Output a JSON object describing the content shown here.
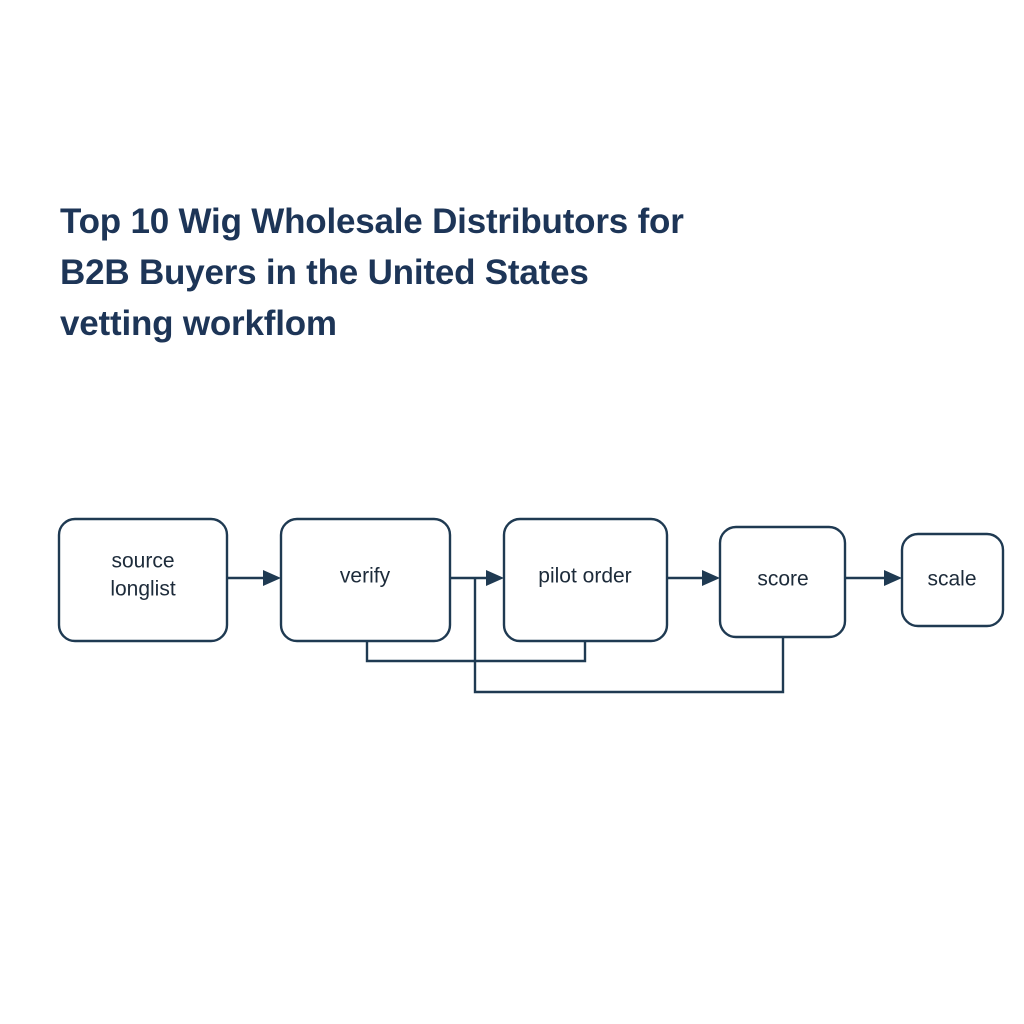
{
  "page": {
    "background_color": "#ffffff",
    "accent_color": "#1d3557",
    "stroke_color": "#1f3a52",
    "label_color": "#1d2b3a"
  },
  "title": {
    "line1": "Top 10 Wig Wholesale Distributors for",
    "line2": "B2B Buyers in the United States",
    "line3": "vetting workflom"
  },
  "diagram": {
    "type": "flowchart",
    "orientation": "left-to-right",
    "nodes": [
      {
        "id": "source",
        "label_line1": "source",
        "label_line2": "longlist"
      },
      {
        "id": "verify",
        "label_line1": "verify",
        "label_line2": ""
      },
      {
        "id": "pilot",
        "label_line1": "pilot order",
        "label_line2": ""
      },
      {
        "id": "score",
        "label_line1": "score",
        "label_line2": ""
      },
      {
        "id": "scale",
        "label_line1": "scale",
        "label_line2": ""
      }
    ],
    "edges": [
      {
        "from": "source",
        "to": "verify",
        "kind": "forward"
      },
      {
        "from": "verify",
        "to": "pilot",
        "kind": "forward"
      },
      {
        "from": "pilot",
        "to": "score",
        "kind": "forward"
      },
      {
        "from": "score",
        "to": "scale",
        "kind": "forward"
      },
      {
        "from": "pilot",
        "to": "verify",
        "kind": "feedback"
      },
      {
        "from": "score",
        "to": "pilot",
        "kind": "feedback"
      }
    ]
  }
}
